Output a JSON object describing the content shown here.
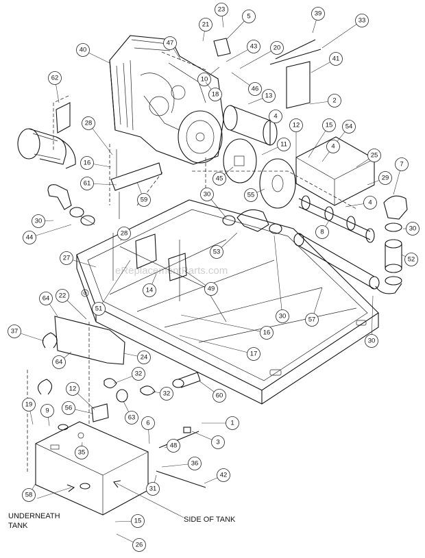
{
  "watermark": "eReplacementParts.com",
  "labels": {
    "underneath_line1": "UNDERNEATH",
    "underneath_line2": "TANK",
    "side_of_tank": "SIDE OF TANK"
  },
  "callouts": [
    "23",
    "5",
    "39",
    "33",
    "21",
    "43",
    "20",
    "47",
    "40",
    "10",
    "46",
    "41",
    "62",
    "18",
    "13",
    "2",
    "4",
    "12",
    "15",
    "54",
    "28",
    "11",
    "4",
    "25",
    "7",
    "16",
    "45",
    "55",
    "29",
    "61",
    "59",
    "30",
    "4",
    "30",
    "44",
    "28",
    "8",
    "30",
    "27",
    "52",
    "53",
    "51",
    "14",
    "49",
    "30",
    "22",
    "64",
    "16",
    "37",
    "24",
    "17",
    "64",
    "57",
    "30",
    "32",
    "12",
    "60",
    "56",
    "63",
    "32",
    "19",
    "9",
    "6",
    "1",
    "3",
    "48",
    "35",
    "36",
    "42",
    "58",
    "31",
    "15",
    "26"
  ]
}
